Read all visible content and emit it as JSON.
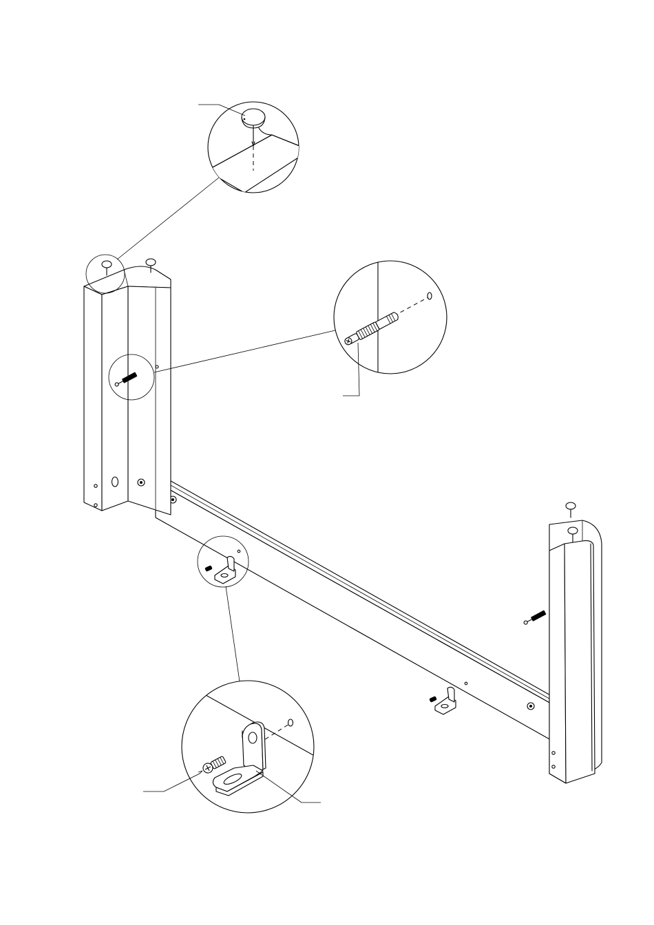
{
  "diagram": {
    "colors": {
      "line": "#000000",
      "paper": "#ffffff"
    },
    "parts": [
      "foot-glide-nail",
      "cam-dowel",
      "l-bracket",
      "bracket-screw",
      "side-leg",
      "cross-rail"
    ]
  }
}
